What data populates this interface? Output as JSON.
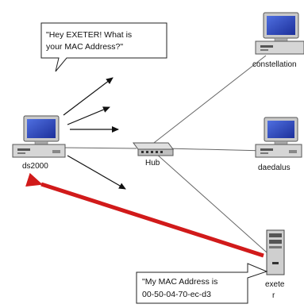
{
  "nodes": {
    "ds2000": "ds2000",
    "hub": "Hub",
    "constellation": "constellation",
    "daedalus": "daedalus",
    "exeter_line1": "exete",
    "exeter_line2": "r"
  },
  "callouts": {
    "request_line1": "\"Hey EXETER! What is",
    "request_line2": "your MAC Address?\"",
    "reply_line1": "\"My MAC Address is",
    "reply_line2": "00-50-04-70-ec-d3"
  },
  "colors": {
    "reply_arrow": "#d11a1a",
    "link_line": "#555555",
    "arrow": "#111111"
  }
}
